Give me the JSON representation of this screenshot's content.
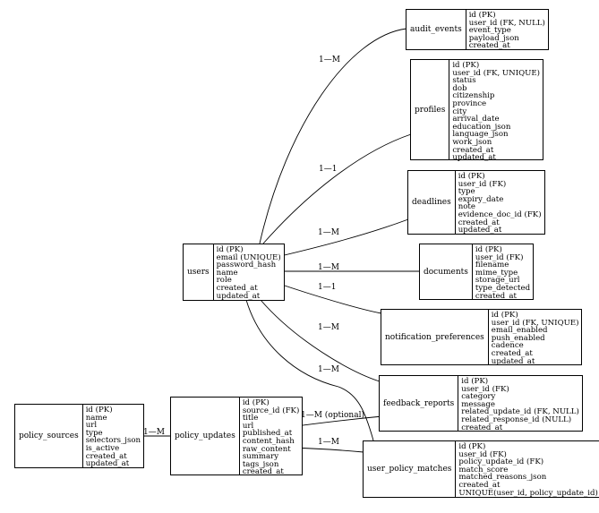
{
  "entities": [
    {
      "id": "audit_events",
      "name": "audit_events",
      "fields": [
        "id (PK)",
        "user_id (FK, NULL)",
        "event_type",
        "payload_json",
        "created_at"
      ]
    },
    {
      "id": "profiles",
      "name": "profiles",
      "fields": [
        "id (PK)",
        "user_id (FK, UNIQUE)",
        "status",
        "dob",
        "citizenship",
        "province",
        "city",
        "arrival_date",
        "education_json",
        "language_json",
        "work_json",
        "created_at",
        "updated_at"
      ]
    },
    {
      "id": "deadlines",
      "name": "deadlines",
      "fields": [
        "id (PK)",
        "user_id (FK)",
        "type",
        "expiry_date",
        "note",
        "evidence_doc_id (FK)",
        "created_at",
        "updated_at"
      ]
    },
    {
      "id": "documents",
      "name": "documents",
      "fields": [
        "id (PK)",
        "user_id (FK)",
        "filename",
        "mime_type",
        "storage_url",
        "type_detected",
        "created_at"
      ]
    },
    {
      "id": "users",
      "name": "users",
      "fields": [
        "id (PK)",
        "email (UNIQUE)",
        "password_hash",
        "name",
        "role",
        "created_at",
        "updated_at"
      ]
    },
    {
      "id": "notification_preferences",
      "name": "notification_preferences",
      "fields": [
        "id (PK)",
        "user_id (FK, UNIQUE)",
        "email_enabled",
        "push_enabled",
        "cadence",
        "created_at",
        "updated_at"
      ]
    },
    {
      "id": "feedback_reports",
      "name": "feedback_reports",
      "fields": [
        "id (PK)",
        "user_id (FK)",
        "category",
        "message",
        "related_update_id (FK, NULL)",
        "related_response_id (NULL)",
        "created_at"
      ]
    },
    {
      "id": "policy_sources",
      "name": "policy_sources",
      "fields": [
        "id (PK)",
        "name",
        "url",
        "type",
        "selectors_json",
        "is_active",
        "created_at",
        "updated_at"
      ]
    },
    {
      "id": "policy_updates",
      "name": "policy_updates",
      "fields": [
        "id (PK)",
        "source_id (FK)",
        "title",
        "url",
        "published_at",
        "content_hash",
        "raw_content",
        "summary",
        "tags_json",
        "created_at"
      ]
    },
    {
      "id": "user_policy_matches",
      "name": "user_policy_matches",
      "fields": [
        "id (PK)",
        "user_id (FK)",
        "policy_update_id (FK)",
        "match_score",
        "matched_reasons_json",
        "created_at",
        "UNIQUE(user_id, policy_update_id)"
      ]
    }
  ],
  "relationships": [
    {
      "from": "users",
      "to": "audit_events",
      "label": "1—M"
    },
    {
      "from": "users",
      "to": "profiles",
      "label": "1—1"
    },
    {
      "from": "users",
      "to": "deadlines",
      "label": "1—M"
    },
    {
      "from": "users",
      "to": "documents",
      "label": "1—M"
    },
    {
      "from": "users",
      "to": "notification_preferences",
      "label": "1—1"
    },
    {
      "from": "users",
      "to": "feedback_reports",
      "label": "1—M"
    },
    {
      "from": "users",
      "to": "user_policy_matches",
      "label": "1—M"
    },
    {
      "from": "policy_sources",
      "to": "policy_updates",
      "label": "1—M"
    },
    {
      "from": "policy_updates",
      "to": "feedback_reports",
      "label": "1—M (optional)"
    },
    {
      "from": "policy_updates",
      "to": "user_policy_matches",
      "label": "1—M"
    }
  ]
}
